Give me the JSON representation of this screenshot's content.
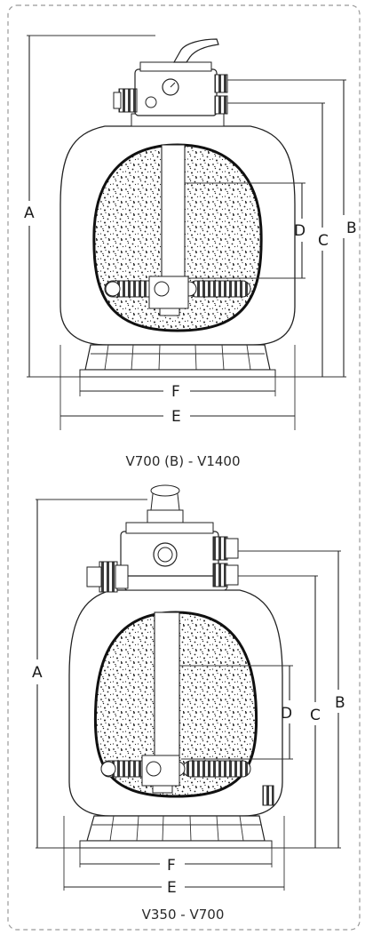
{
  "top_figure": {
    "caption": "V700 (B) - V1400",
    "labels": {
      "A": "A",
      "B": "B",
      "C": "C",
      "D": "D",
      "E": "E",
      "F": "F"
    }
  },
  "bottom_figure": {
    "caption": "V350 - V700",
    "labels": {
      "A": "A",
      "B": "B",
      "C": "C",
      "D": "D",
      "E": "E",
      "F": "F"
    }
  }
}
